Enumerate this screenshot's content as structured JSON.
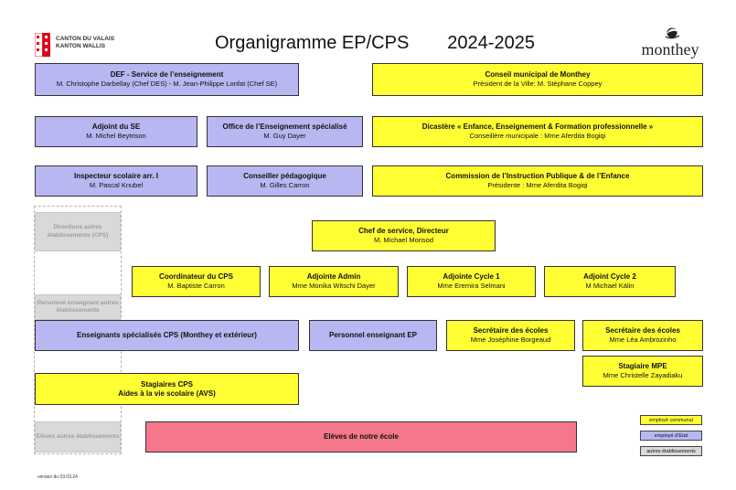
{
  "header": {
    "title": "Organigramme EP/CPS",
    "year": "2024-2025",
    "canton_line1": "CANTON DU VALAIS",
    "canton_line2": "KANTON WALLIS",
    "commune_logo": "monthey"
  },
  "boxes": {
    "def": {
      "title": "DEF - Service de l’enseignement",
      "sub": "M. Christophe Darbellay (Chef DES) - M. Jean-Philippe Lonfat (Chef SE)"
    },
    "conseil": {
      "title": "Conseil municipal de Monthey",
      "sub": "Président de la Ville: M. Stéphane Coppey"
    },
    "adjoint_se": {
      "title": "Adjoint du SE",
      "sub": "M. Michel Beytrison"
    },
    "office": {
      "title": "Office de l’Enseignement spécialisé",
      "sub": "M. Guy Dayer"
    },
    "dicastere": {
      "title": "Dicastère « Enfance, Enseignement & Formation professionnelle »",
      "sub": "Conseillère municipale : Mme Aferdita Bogiqi"
    },
    "inspecteur": {
      "title": "Inspecteur scolaire arr. I",
      "sub": "M. Pascal Knubel"
    },
    "conseiller": {
      "title": "Conseiller pédagogique",
      "sub": "M. Gilles Carron"
    },
    "commission": {
      "title": "Commission de l’Instruction Publique & de l’Enfance",
      "sub": "Présidente : Mme Aferdita Bogiqi"
    },
    "chef": {
      "title": "Chef de service, Directeur",
      "sub": "M. Michael Morisod"
    },
    "coord": {
      "title": "Coordinateur du CPS",
      "sub": "M. Baptiste Carron"
    },
    "admin": {
      "title": "Adjointe Admin",
      "sub": "Mme Monika Witschi Dayer"
    },
    "cycle1": {
      "title": "Adjointe Cycle 1",
      "sub": "Mme Eremira Selmani"
    },
    "cycle2": {
      "title": "Adjoint Cycle 2",
      "sub": "M Michael Kälin"
    },
    "ens_cps": {
      "title": "Enseignants spécialisés CPS (Monthey et extérieur)"
    },
    "ens_ep": {
      "title": "Personnel enseignant EP"
    },
    "secr1": {
      "title": "Secrétaire des écoles",
      "sub": "Mme Joséphine Borgeaud"
    },
    "secr2": {
      "title": "Secrétaire des écoles",
      "sub": "Mme Léa Ambrozinho"
    },
    "stagiaire_mpe": {
      "title": "Stagiaire MPE",
      "sub": "Mme Christelle Zayadiaku"
    },
    "stagiaires_cps": {
      "title": "Stagiaires CPS",
      "sub": "Aides à la vie scolaire (AVS)"
    },
    "eleves": {
      "title": "Elèves de notre école"
    },
    "dir_autres": {
      "title": "Directions autres établissements (CPS)"
    },
    "pers_autres": {
      "title": "Personnel enseignant autres établissements"
    },
    "eleves_autres": {
      "title": "Elèves autres établissements"
    }
  },
  "legend": {
    "communal": "employé communal",
    "etat": "employé d’Etat",
    "autres": "autres établissements"
  },
  "footer": {
    "version": "version du 03.03.24"
  },
  "colors": {
    "state": "#b9b7f1",
    "commune": "#ffff33",
    "eleves": "#f4778b",
    "autres": "#d9d9d9"
  }
}
